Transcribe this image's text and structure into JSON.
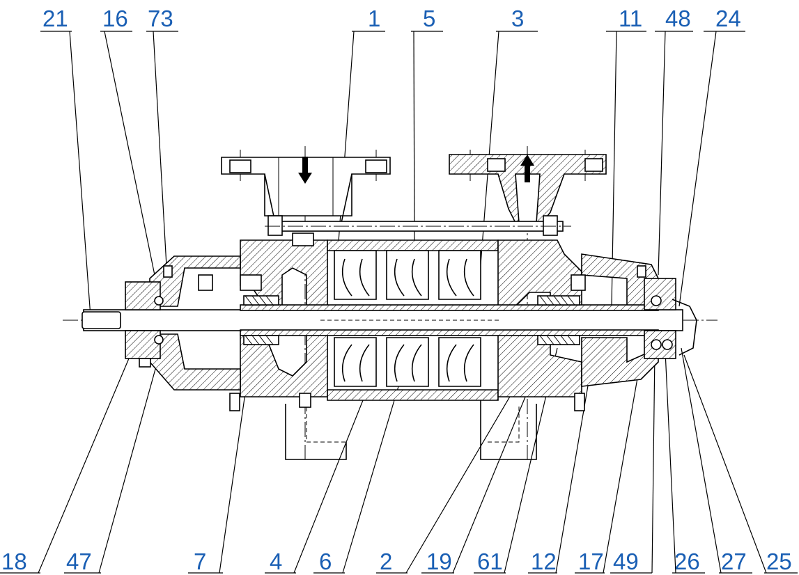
{
  "title": "",
  "callouts_top": [
    "21",
    "16",
    "73",
    "1",
    "5",
    "3",
    "11",
    "48",
    "24"
  ],
  "callouts_bottom": [
    "18",
    "47",
    "7",
    "4",
    "6",
    "2",
    "19",
    "61",
    "12",
    "17",
    "49",
    "26",
    "27",
    "25"
  ],
  "colors": {
    "label": "#1a5fb4",
    "line": "#000000",
    "background": "#ffffff"
  },
  "flow_arrows": [
    "inlet-down-arrow",
    "outlet-up-arrow"
  ]
}
